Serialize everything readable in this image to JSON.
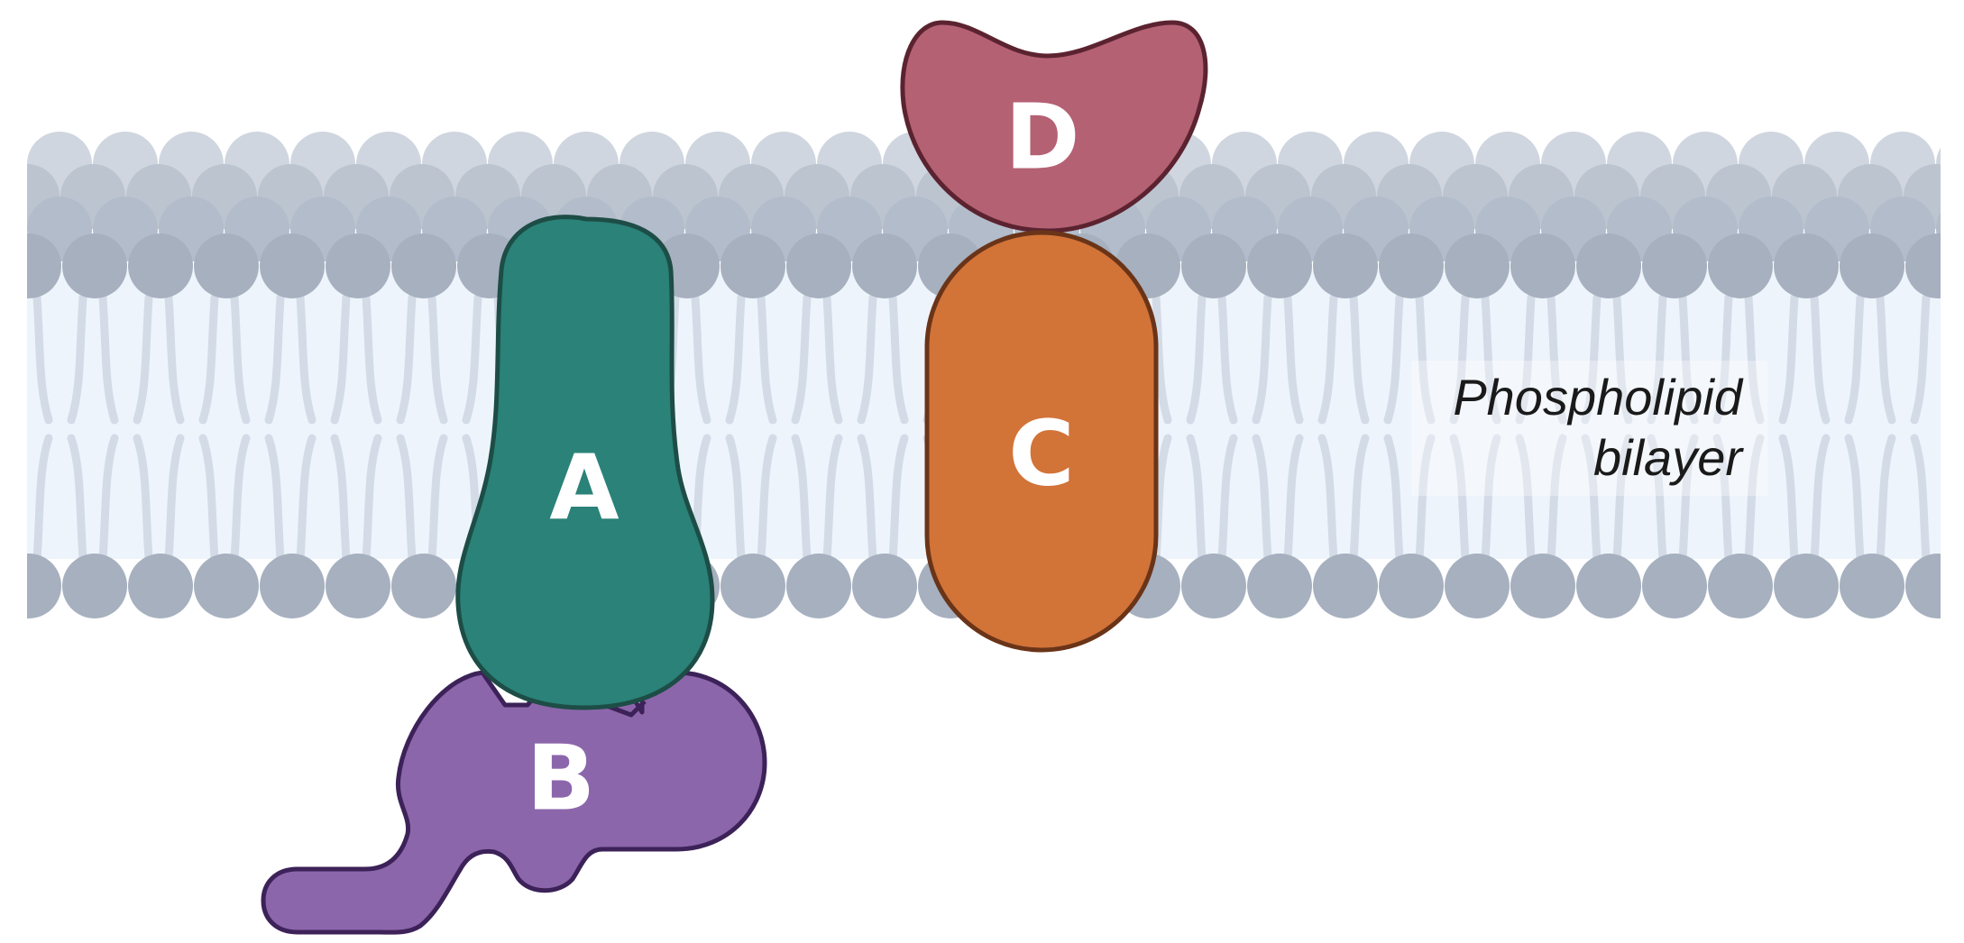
{
  "diagram": {
    "bilayer": {
      "label_line1": "Phospholipid",
      "label_line2": "bilayer",
      "head_color": "#a6b0bf",
      "head_color_back": "#bcc4d0",
      "head_color_far": "#d0d6df",
      "tail_color": "#d3dbe7",
      "core_color": "#eef4fb"
    },
    "proteins": {
      "a": {
        "label": "A",
        "fill": "#2a8278",
        "stroke": "#1d4d46"
      },
      "b": {
        "label": "B",
        "fill": "#8c66ab",
        "stroke": "#3c2258"
      },
      "c": {
        "label": "C",
        "fill": "#d27338",
        "stroke": "#6a3418"
      },
      "d": {
        "label": "D",
        "fill": "#b46173",
        "stroke": "#5b2330"
      }
    }
  }
}
